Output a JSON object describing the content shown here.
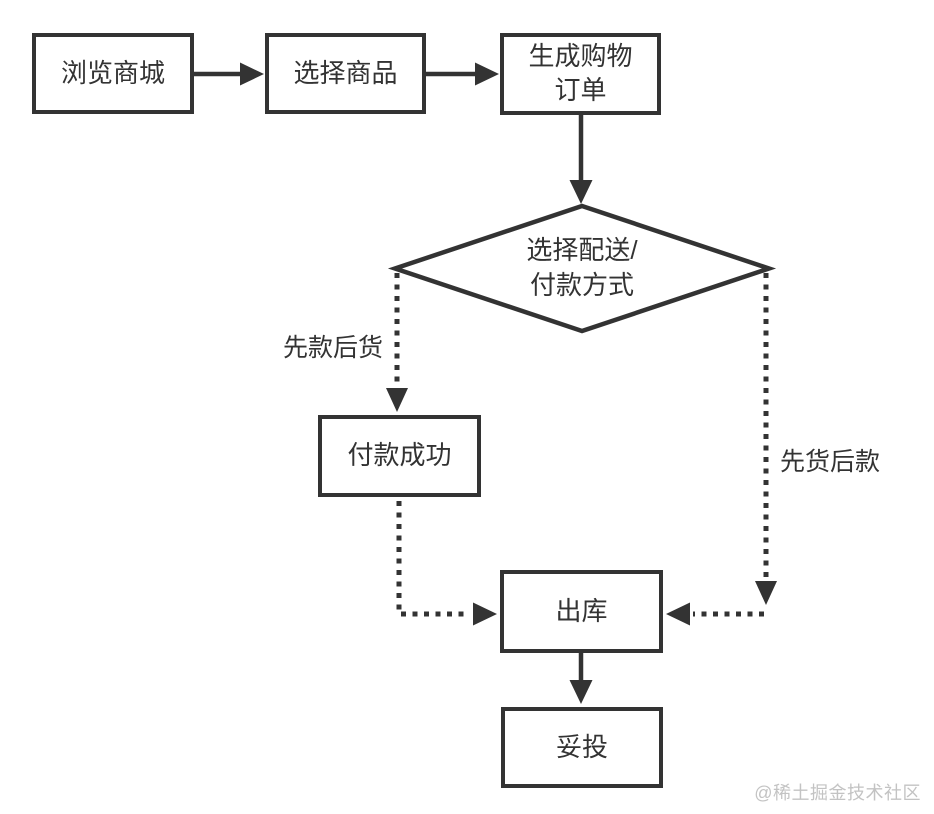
{
  "flowchart": {
    "nodes": {
      "browse_mall": "浏览商城",
      "select_product": "选择商品",
      "create_order": "生成购物\n订单",
      "decision_delivery_payment": "选择配送/\n付款方式",
      "payment_success": "付款成功",
      "outbound": "出库",
      "delivered": "妥投"
    },
    "edge_labels": {
      "payment_first": "先款后货",
      "goods_first": "先货后款"
    },
    "colors": {
      "stroke": "#333333",
      "node_fill": "#ffffff",
      "background": "#ffffff",
      "watermark": "#c3c3c3"
    },
    "watermark": "@稀土掘金技术社区"
  }
}
